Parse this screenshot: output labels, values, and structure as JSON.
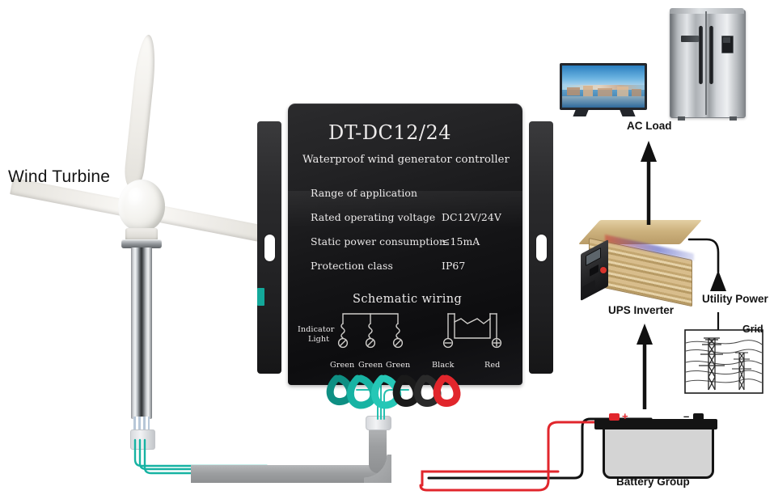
{
  "diagram": {
    "title": "Wind generator controller wiring schematic",
    "background_color": "#ffffff"
  },
  "labels": {
    "wind_turbine": "Wind Turbine",
    "ac_load": "AC Load",
    "ups_inverter": "UPS Inverter",
    "utility_power": "Utility Power",
    "grid": "Grid",
    "battery_group": "Battery Group"
  },
  "controller": {
    "model": "DT-DC12/24",
    "subtitle": "Waterproof wind generator controller",
    "spec_heading": "Range of application",
    "specs": [
      {
        "name": "Rated operating voltage",
        "value": "DC12V/24V"
      },
      {
        "name": "Static power consumption",
        "value": "≤15mA"
      },
      {
        "name": "Protection class",
        "value": "IP67"
      }
    ],
    "schematic_title": "Schematic wiring",
    "indicator_label_line1": "Indicator",
    "indicator_label_line2": "Light",
    "terminals": [
      {
        "label": "Green"
      },
      {
        "label": "Green"
      },
      {
        "label": "Green"
      },
      {
        "label": "Black"
      },
      {
        "label": "Red"
      }
    ]
  },
  "colors": {
    "wire_green": "#17b3a3",
    "wire_black": "#111111",
    "wire_red": "#e1262c",
    "controller_body": "#141416",
    "arrow": "#111111",
    "inverter_gold": "#c8a567",
    "battery_case": "#d4d4d4",
    "turbine_blade": "#f4f3ef"
  },
  "icons": {
    "tv": "television-icon",
    "fridge": "refrigerator-icon",
    "inverter": "ups-inverter-icon",
    "grid": "power-grid-icon",
    "battery": "battery-icon",
    "turbine": "wind-turbine-icon",
    "arrow_up": "arrow-up-icon"
  }
}
